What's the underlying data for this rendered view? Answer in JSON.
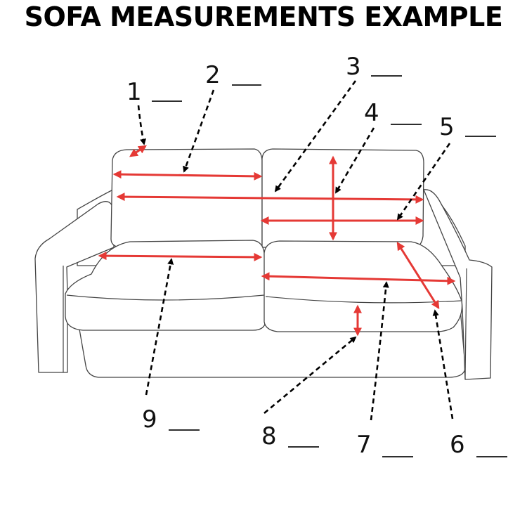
{
  "title": "SOFA MEASUREMENTS EXAMPLE",
  "colors": {
    "measure": "#e53935",
    "leader": "#000000",
    "outline": "#444444"
  },
  "labels": [
    {
      "num": "1"
    },
    {
      "num": "2"
    },
    {
      "num": "3"
    },
    {
      "num": "4"
    },
    {
      "num": "5"
    },
    {
      "num": "6"
    },
    {
      "num": "7"
    },
    {
      "num": "8"
    },
    {
      "num": "9"
    }
  ]
}
